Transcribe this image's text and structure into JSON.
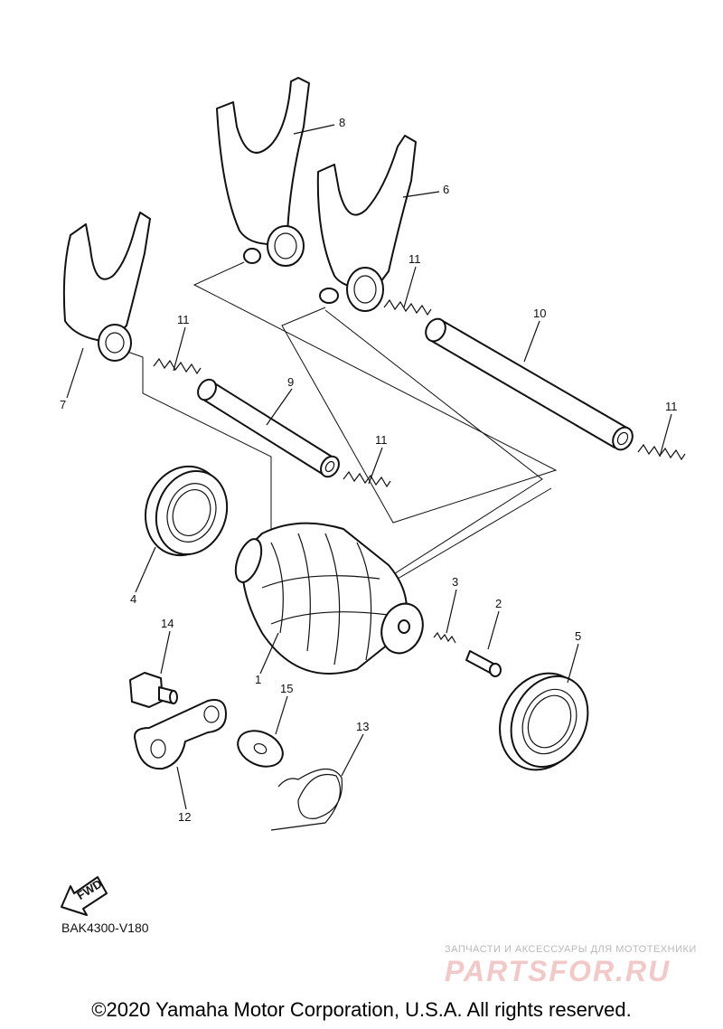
{
  "callouts": {
    "c1": "1",
    "c2": "2",
    "c3": "3",
    "c4": "4",
    "c5": "5",
    "c6": "6",
    "c7": "7",
    "c8": "8",
    "c9": "9",
    "c10": "10",
    "c11a": "11",
    "c11b": "11",
    "c11c": "11",
    "c11d": "11",
    "c12": "12",
    "c13": "13",
    "c14": "14",
    "c15": "15"
  },
  "fwd_label": "FWD",
  "diagram_code": "BAK4300-V180",
  "watermark": {
    "tagline": "ЗАПЧАСТИ И АКСЕССУАРЫ ДЛЯ МОТОТЕХНИКИ",
    "logo": "PARTSFOR.RU"
  },
  "copyright": "©2020 Yamaha Motor Corporation, U.S.A. All rights reserved."
}
